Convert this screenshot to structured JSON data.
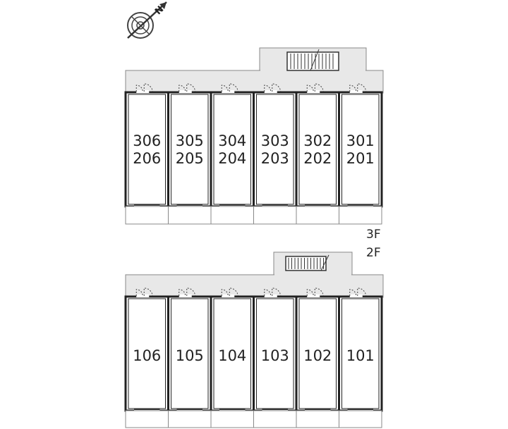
{
  "compass": {
    "north_label": "N"
  },
  "floor_labels": [
    "3F",
    "2F"
  ],
  "upper_block": {
    "units": [
      {
        "top": "306",
        "bottom": "206"
      },
      {
        "top": "305",
        "bottom": "205"
      },
      {
        "top": "304",
        "bottom": "204"
      },
      {
        "top": "303",
        "bottom": "203"
      },
      {
        "top": "302",
        "bottom": "202"
      },
      {
        "top": "301",
        "bottom": "201"
      }
    ]
  },
  "lower_block": {
    "units": [
      {
        "top": "106"
      },
      {
        "top": "105"
      },
      {
        "top": "104"
      },
      {
        "top": "103"
      },
      {
        "top": "102"
      },
      {
        "top": "101"
      }
    ]
  }
}
